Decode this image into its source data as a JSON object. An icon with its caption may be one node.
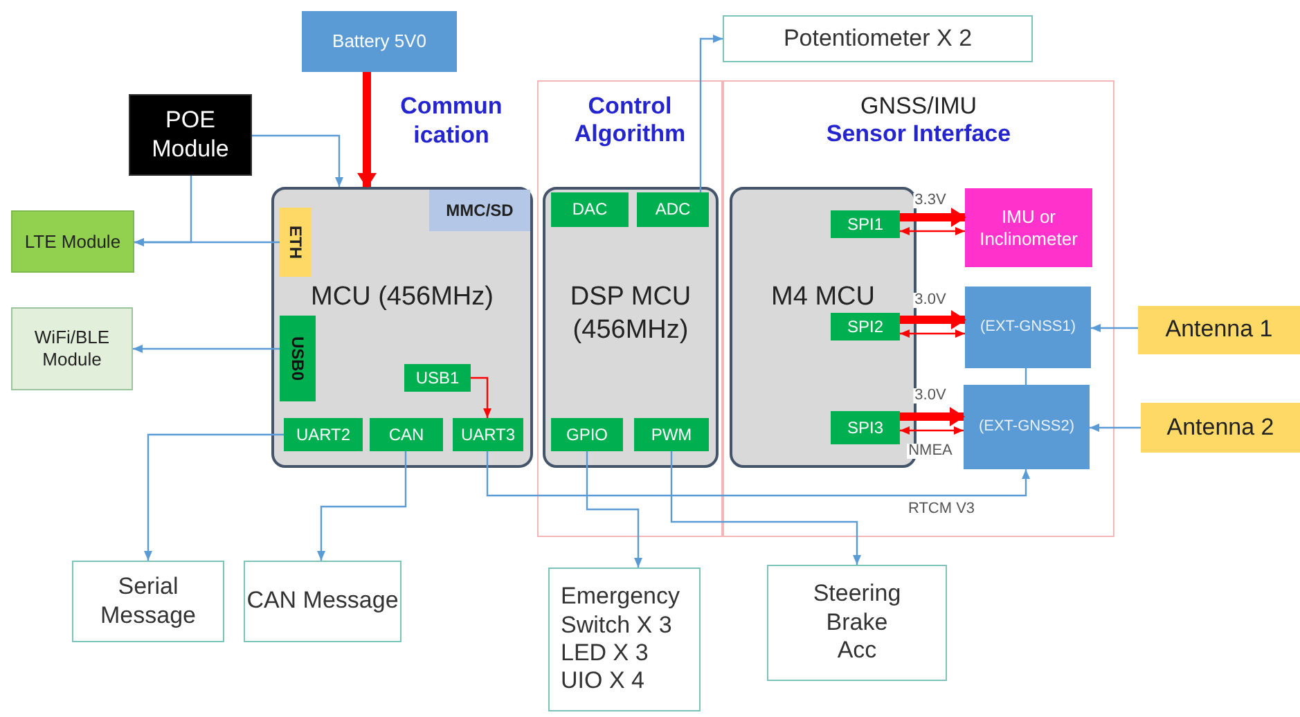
{
  "diagram": {
    "nodes": [
      {
        "text": [
          "Battery 5V0"
        ]
      },
      {
        "text": [
          "Potentiometer X 2"
        ]
      },
      {
        "text": [
          "POE Module"
        ]
      },
      {
        "text": [
          "Control Algorithm"
        ]
      },
      {
        "text": [
          "GNSS/IMU",
          "Sensor Interface"
        ]
      },
      {
        "text": [
          "LTE Module"
        ]
      },
      {
        "text": [
          "WiFi/BLE Module"
        ]
      },
      {
        "text": [
          "MCU (456MHz)"
        ]
      },
      {
        "text": [
          "MMC/SD"
        ],
        "in": 7
      },
      {
        "text": [
          "ETH"
        ],
        "in": 7
      },
      {
        "text": [
          "USB0"
        ],
        "in": 7
      },
      {
        "text": [
          "USB1"
        ],
        "in": 7
      },
      {
        "text": [
          "UART2"
        ],
        "in": 7
      },
      {
        "text": [
          "CAN"
        ],
        "in": 7
      },
      {
        "text": [
          "UART3"
        ],
        "in": 7
      },
      {
        "text": [
          "DSP MCU (456MHz)"
        ],
        "in": 3
      },
      {
        "text": [
          "DAC"
        ],
        "in": 15
      },
      {
        "text": [
          "ADC"
        ],
        "in": 15
      },
      {
        "text": [
          "GPIO"
        ],
        "in": 15
      },
      {
        "text": [
          "PWM"
        ],
        "in": 15
      },
      {
        "text": [
          "M4 MCU"
        ],
        "in": 4
      },
      {
        "text": [
          "SPI1"
        ],
        "in": 20
      },
      {
        "text": [
          "SPI2"
        ],
        "in": 20
      },
      {
        "text": [
          "SPI3"
        ],
        "in": 20
      },
      {
        "text": [
          "IMU or Inclinometer"
        ],
        "in": 4
      },
      {
        "text": [
          "(EXT-GNSS1)"
        ],
        "in": 4
      },
      {
        "text": [
          "(EXT-GNSS2)"
        ],
        "in": 4
      },
      {
        "text": [
          "Antenna 1"
        ]
      },
      {
        "text": [
          "Antenna 2"
        ]
      },
      {
        "text": [
          "Serial Message"
        ]
      },
      {
        "text": [
          "CAN Message"
        ]
      },
      {
        "text": [
          "Emergency",
          "Switch X 3",
          "LED X 3",
          "UIO X 4"
        ]
      },
      {
        "text": [
          "Steering",
          "Brake",
          "Acc"
        ]
      }
    ],
    "edges": [
      {
        "from": 0,
        "to": 7,
        "arrow": "to",
        "style": "thick",
        "color": "#ff0000"
      },
      {
        "from": 2,
        "to": 7,
        "arrow": "to"
      },
      {
        "from": 2,
        "to": 5,
        "arrow": "to"
      },
      {
        "from": 9,
        "to": 5,
        "arrow": "to"
      },
      {
        "from": 10,
        "to": 6,
        "arrow": "to"
      },
      {
        "from": 11,
        "to": 14,
        "arrow": "to",
        "color": "#ff0000"
      },
      {
        "from": 12,
        "to": 29,
        "arrow": "to"
      },
      {
        "from": 13,
        "to": 30,
        "arrow": "to"
      },
      {
        "from": 14,
        "to": 26,
        "arrow": "to",
        "label": "RTCM V3"
      },
      {
        "from": 18,
        "to": 31,
        "arrow": "to"
      },
      {
        "from": 19,
        "to": 32,
        "arrow": "to"
      },
      {
        "from": 17,
        "to": 1,
        "arrow": "to"
      },
      {
        "from": 21,
        "to": 24,
        "arrow": "to",
        "style": "thick",
        "color": "#ff0000",
        "label": "3.3V"
      },
      {
        "from": 21,
        "to": 24,
        "arrow": "both",
        "color": "#ff0000"
      },
      {
        "from": 22,
        "to": 25,
        "arrow": "to",
        "style": "thick",
        "color": "#ff0000",
        "label": "3.0V"
      },
      {
        "from": 22,
        "to": 25,
        "arrow": "both",
        "color": "#ff0000"
      },
      {
        "from": 23,
        "to": 26,
        "arrow": "to",
        "style": "thick",
        "color": "#ff0000",
        "label": "3.0V"
      },
      {
        "from": 23,
        "to": 26,
        "arrow": "both",
        "color": "#ff0000",
        "label": "NMEA"
      },
      {
        "from": 25,
        "to": 26,
        "arrow": "none"
      },
      {
        "from": 27,
        "to": 25,
        "arrow": "to"
      },
      {
        "from": 28,
        "to": 26,
        "arrow": "to"
      }
    ],
    "labels": [
      "Commun ication"
    ]
  }
}
